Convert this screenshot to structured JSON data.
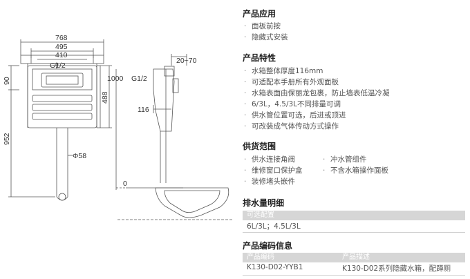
{
  "drawing": {
    "dims": {
      "w768": "768",
      "w495": "495",
      "w410": "410",
      "g12_front": "G1/2",
      "h90": "90",
      "h1000": "1000",
      "h488": "488",
      "h952": "952",
      "dia58": "Φ58",
      "d20_70": "20~70",
      "g12_side": "G1/2",
      "d116": "116",
      "d0": "0"
    }
  },
  "sections": {
    "application": {
      "title": "产品应用",
      "items": [
        "面板前按",
        "隐藏式安装"
      ]
    },
    "features": {
      "title": "产品特性",
      "items": [
        "水箱整体厚度116mm",
        "可适配本手册所有外观面板",
        "水箱表面由保丽龙包裹，防止墙表低温冷凝",
        "6/3L，4.5/3L不同排量可调",
        "供水管位置可选，后进或顶进",
        "可改装成气体传动方式操作"
      ]
    },
    "supply": {
      "title": "供货范围",
      "left": [
        "供水连接角阀",
        "维修窗口保护盒",
        "装修堵头嵌件"
      ],
      "right": [
        "冲水管组件",
        "不含水箱操作面板"
      ]
    },
    "discharge": {
      "title": "排水量明细",
      "header": "可选配置",
      "value": "6L/3L；4.5L/3L"
    },
    "code": {
      "title": "产品编码信息",
      "col1": "产品编码",
      "col2": "产品描述",
      "code": "K130-D02-YYB1",
      "desc": "K130-D02系列隐藏水箱，配蹲厕"
    }
  },
  "bullet_glyph": "·"
}
